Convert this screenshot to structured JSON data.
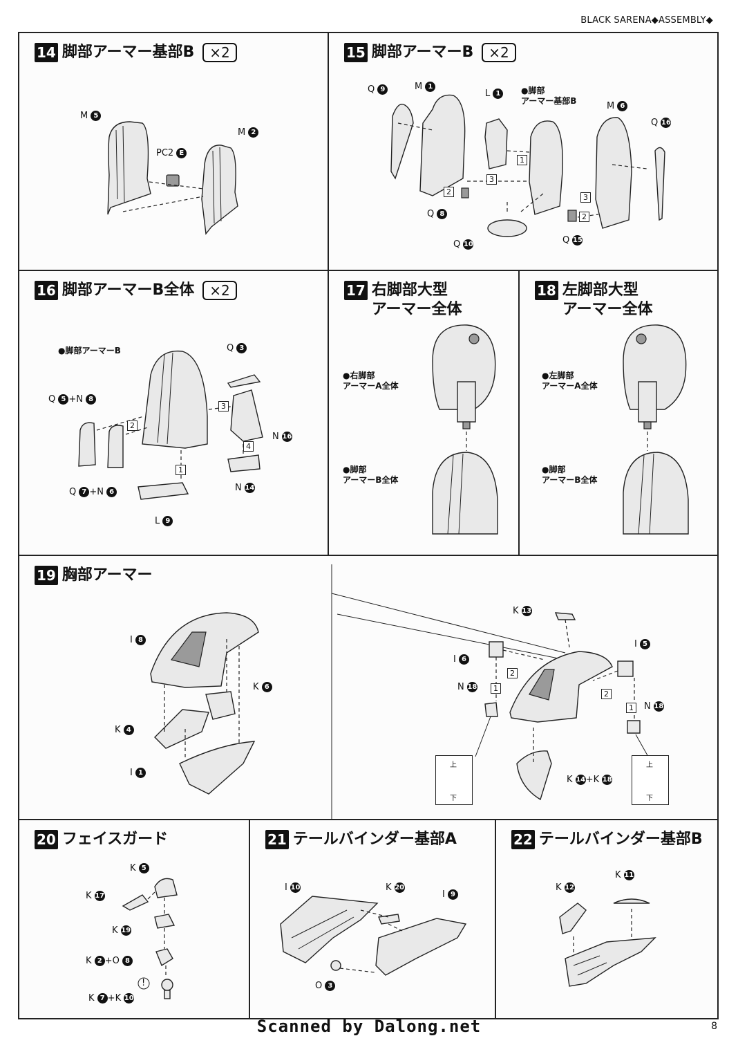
{
  "header": "BLACK SARENA◆ASSEMBLY◆",
  "page_number": "8",
  "scan_credit": "Scanned by Dalong.net",
  "panels": {
    "p14": {
      "num": "14",
      "title": "脚部アーマー基部B",
      "mult": "×2",
      "labels": {
        "a": "M",
        "a_n": "5",
        "b": "M",
        "b_n": "2",
        "c": "PC2",
        "c_n": "E"
      }
    },
    "p15": {
      "num": "15",
      "title": "脚部アーマーB",
      "mult": "×2",
      "labels": {
        "q9": "Q",
        "q9_n": "9",
        "m1": "M",
        "m1_n": "1",
        "l1": "L",
        "l1_n": "1",
        "sub": "●脚部\nアーマー基部B",
        "m6": "M",
        "m6_n": "6",
        "q16": "Q",
        "q16_n": "16",
        "q8": "Q",
        "q8_n": "8",
        "q10": "Q",
        "q10_n": "10",
        "q15": "Q",
        "q15_n": "15"
      },
      "steps": [
        "1",
        "2",
        "3",
        "3",
        "2"
      ]
    },
    "p16": {
      "num": "16",
      "title": "脚部アーマーB全体",
      "mult": "×2",
      "labels": {
        "sub": "●脚部アーマーB",
        "q3": "Q",
        "q3_n": "3",
        "q5": "Q",
        "q5_n": "5",
        "n8": "+N",
        "n8_n": "8",
        "n16": "N",
        "n16_n": "16",
        "q7": "Q",
        "q7_n": "7",
        "n6": "+N",
        "n6_n": "6",
        "n14": "N",
        "n14_n": "14",
        "l9": "L",
        "l9_n": "9"
      },
      "steps": [
        "1",
        "2",
        "3",
        "4"
      ]
    },
    "p17": {
      "num": "17",
      "title": "右脚部大型\nアーマー全体",
      "labels": {
        "top": "●右脚部\nアーマーA全体",
        "bot": "●脚部\nアーマーB全体"
      }
    },
    "p18": {
      "num": "18",
      "title": "左脚部大型\nアーマー全体",
      "labels": {
        "top": "●左脚部\nアーマーA全体",
        "bot": "●脚部\nアーマーB全体"
      }
    },
    "p19": {
      "num": "19",
      "title": "胸部アーマー",
      "labels": {
        "i8": "I",
        "i8_n": "8",
        "k6": "K",
        "k6_n": "6",
        "k4": "K",
        "k4_n": "4",
        "i1": "I",
        "i1_n": "1",
        "k13": "K",
        "k13_n": "13",
        "i6": "I",
        "i6_n": "6",
        "i5": "I",
        "i5_n": "5",
        "n18a": "N",
        "n18a_n": "18",
        "n18b": "N",
        "n18b_n": "18",
        "k14": "K",
        "k14_n": "14",
        "k18": "+K",
        "k18_n": "18",
        "up": "上",
        "down": "下"
      },
      "steps": [
        "2",
        "1",
        "2",
        "1"
      ]
    },
    "p20": {
      "num": "20",
      "title": "フェイスガード",
      "labels": {
        "k5": "K",
        "k5_n": "5",
        "k17": "K",
        "k17_n": "17",
        "k19": "K",
        "k19_n": "19",
        "k2": "K",
        "k2_n": "2",
        "o8": "+O",
        "o8_n": "8",
        "k7": "K",
        "k7_n": "7",
        "k10": "+K",
        "k10_n": "10",
        "warn": "!"
      }
    },
    "p21": {
      "num": "21",
      "title": "テールバインダー基部A",
      "labels": {
        "i10": "I",
        "i10_n": "10",
        "k20": "K",
        "k20_n": "20",
        "i9": "I",
        "i9_n": "9",
        "o3": "O",
        "o3_n": "3"
      }
    },
    "p22": {
      "num": "22",
      "title": "テールバインダー基部B",
      "labels": {
        "k12": "K",
        "k12_n": "12",
        "k11": "K",
        "k11_n": "11"
      }
    }
  }
}
